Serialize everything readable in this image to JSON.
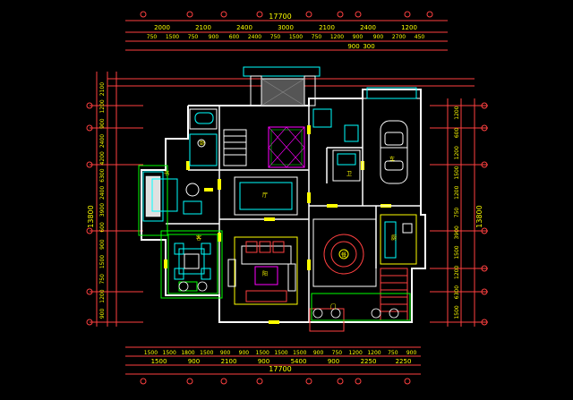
{
  "colors": {
    "background": "#000000",
    "dimension": "#ff4040",
    "dimension_text": "#ffff00",
    "wall": "#ffffff",
    "wall_accent": "#ffff00",
    "furniture": "#00ffff",
    "green": "#00ff00",
    "magenta": "#ff00ff",
    "grid_bubble": "#ff4040"
  },
  "top_dimensions": {
    "overall": "17700",
    "row1": [
      "2000",
      "2100",
      "2400",
      "3000",
      "2100",
      "2400",
      "1200"
    ],
    "row2": [
      "750",
      "1500",
      "750",
      "900",
      "600",
      "2400",
      "750",
      "1500",
      "750",
      "1200",
      "900",
      "900",
      "2700",
      "450"
    ],
    "row3": [
      "900",
      "300"
    ]
  },
  "bottom_dimensions": {
    "overall": "17700",
    "row1": [
      "1500",
      "1500",
      "1800",
      "1500",
      "900",
      "900",
      "1500",
      "1500",
      "1500",
      "900",
      "750",
      "1200",
      "1200",
      "750",
      "900"
    ],
    "row2": [
      "1500",
      "900",
      "2100",
      "900",
      "5400",
      "900",
      "2250",
      "2250"
    ]
  },
  "left_dimensions": {
    "overall": "13800",
    "segments": [
      "2100",
      "1200",
      "900",
      "2400",
      "4200",
      "6300",
      "2400",
      "3900",
      "600",
      "900",
      "1500",
      "750",
      "1200",
      "900"
    ]
  },
  "right_dimensions": {
    "overall": "13800",
    "segments": [
      "1200",
      "600",
      "1200",
      "1500",
      "1200",
      "750",
      "3900",
      "1500",
      "1200",
      "6300",
      "1500"
    ]
  },
  "room_labels": [
    "卧",
    "书",
    "客",
    "厅",
    "餐",
    "厨",
    "车",
    "阳",
    "卫",
    "门"
  ]
}
